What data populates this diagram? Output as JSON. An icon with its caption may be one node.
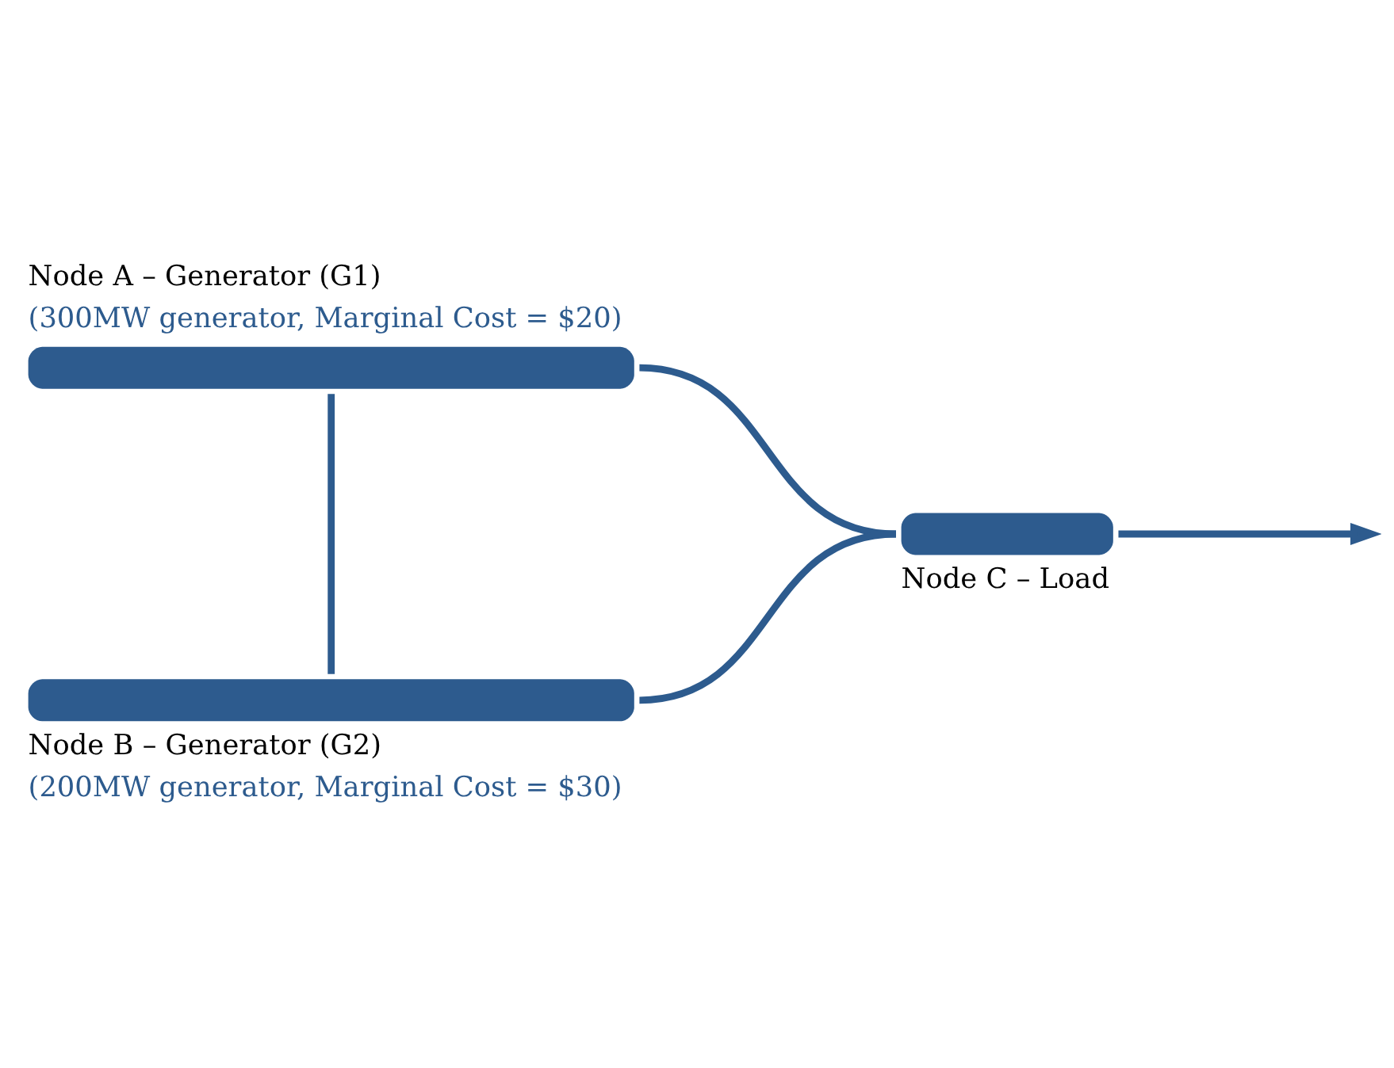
{
  "diagram": {
    "nodes": [
      {
        "text": [
          "Node A – Generator (G1)",
          "(300MW generator, Marginal Cost = $20)"
        ]
      },
      {
        "text": [
          "Node B – Generator (G2)",
          "(200MW generator, Marginal Cost = $30)"
        ]
      },
      {
        "text": [
          "Node C – Load"
        ]
      }
    ],
    "edges": [
      {
        "from": 0,
        "to": 1,
        "arrow": "none"
      },
      {
        "from": 0,
        "to": 2,
        "arrow": "none"
      },
      {
        "from": 1,
        "to": 2,
        "arrow": "none"
      },
      {
        "from": 2,
        "to": null,
        "arrow": "to"
      }
    ]
  }
}
